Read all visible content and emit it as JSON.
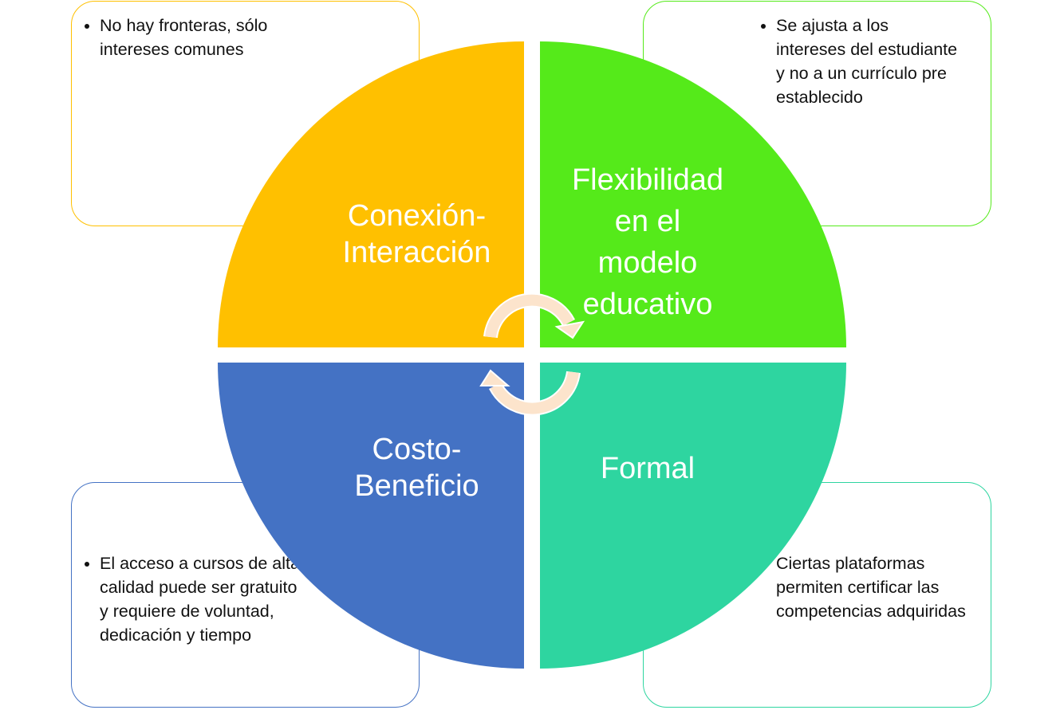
{
  "colors": {
    "conexion": "#FFC000",
    "flexibilidad": "#55EA1A",
    "costo": "#4472C4",
    "formal": "#2ED5A0",
    "arrows": "#FCE4CC"
  },
  "quadrants": {
    "conexion": {
      "label_line1": "Conexión-",
      "label_line2": "Interacción"
    },
    "flexibilidad": {
      "label_line1": "Flexibilidad",
      "label_line2": "en el",
      "label_line3": "modelo",
      "label_line4": "educativo"
    },
    "costo": {
      "label_line1": "Costo-",
      "label_line2": "Beneficio"
    },
    "formal": {
      "label_line1": "Formal"
    }
  },
  "notes": {
    "conexion": "No hay fronteras, sólo intereses comunes",
    "flexibilidad": "Se ajusta a los intereses del estudiante y no a un currículo pre establecido",
    "costo": "El acceso a cursos de alta calidad puede ser gratuito y requiere de voluntad, dedicación y tiempo",
    "formal": "Ciertas plataformas permiten certificar las competencias adquiridas"
  }
}
